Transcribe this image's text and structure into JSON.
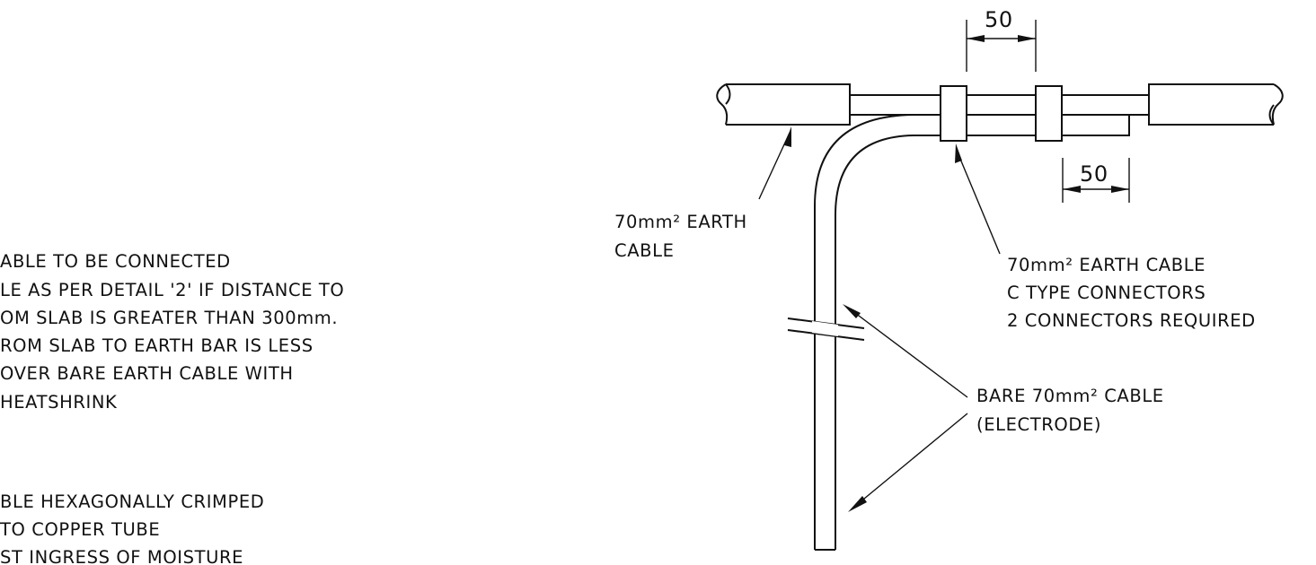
{
  "notes_left": {
    "block1": [
      "ABLE TO BE CONNECTED",
      "LE AS PER DETAIL '2' IF DISTANCE TO",
      "OM SLAB IS GREATER THAN 300mm.",
      "ROM SLAB TO EARTH BAR IS LESS",
      "OVER BARE EARTH CABLE WITH",
      "HEATSHRINK"
    ],
    "block2": [
      "BLE HEXAGONALLY CRIMPED",
      "TO COPPER TUBE",
      "ST INGRESS OF MOISTURE"
    ]
  },
  "dimensions": {
    "top_spacing": "50",
    "overlap": "50"
  },
  "labels": {
    "earth_cable_line1": "70mm² EARTH",
    "earth_cable_line2": "CABLE",
    "connectors_line1": "70mm² EARTH CABLE",
    "connectors_line2": "C TYPE CONNECTORS",
    "connectors_line3": "2 CONNECTORS REQUIRED",
    "bare_cable_line1": "BARE 70mm² CABLE",
    "bare_cable_line2": "(ELECTRODE)"
  },
  "colors": {
    "ink": "#111111",
    "background": "#ffffff"
  }
}
